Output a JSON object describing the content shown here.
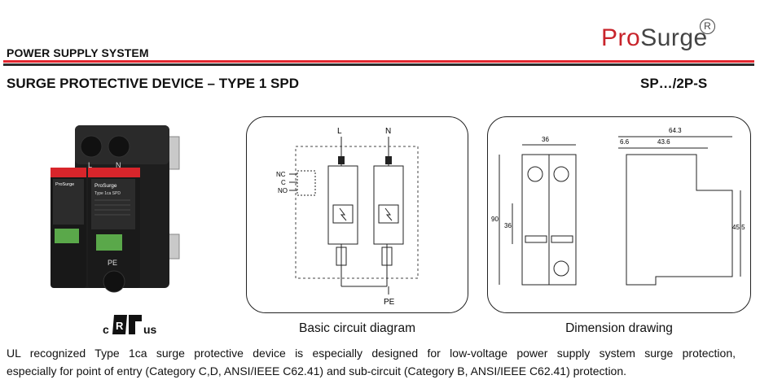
{
  "header": {
    "section_label": "POWER SUPPLY SYSTEM",
    "title": "SURGE PROTECTIVE DEVICE – TYPE 1 SPD",
    "model": "SP…/2P-S"
  },
  "logo": {
    "part1": "Pr",
    "part2": "Surge",
    "mark": "R",
    "accent_color": "#c8242b"
  },
  "product_photo": {
    "module_labels": [
      "L",
      "N",
      "PE"
    ],
    "brand": "ProSurge",
    "module_title": "Type 1ca SPD"
  },
  "certification": {
    "mark_letters": "c",
    "mark_letters2": "us"
  },
  "circuit": {
    "caption": "Basic circuit diagram",
    "labels": {
      "l": "L",
      "n": "N",
      "pe": "PE",
      "nc": "NC",
      "c": "C",
      "no": "NO"
    }
  },
  "dimension": {
    "caption": "Dimension drawing",
    "dims": {
      "width_front": "36",
      "height": "90",
      "mid": "36",
      "total_depth": "64.3",
      "offset": "6.6",
      "depth": "43.6",
      "rail_height": "45.5"
    }
  },
  "description": {
    "line1": "UL recognized Type 1ca surge protective device is especially designed for low-voltage power supply system surge protection,",
    "line2": "especially for point of entry (Category C,D, ANSI/IEEE C62.41) and sub-circuit (Category B, ANSI/IEEE C62.41) protection."
  },
  "colors": {
    "rule_red": "#e3262f",
    "rule_dark": "#2b2b2b",
    "module_red": "#d8252b"
  }
}
